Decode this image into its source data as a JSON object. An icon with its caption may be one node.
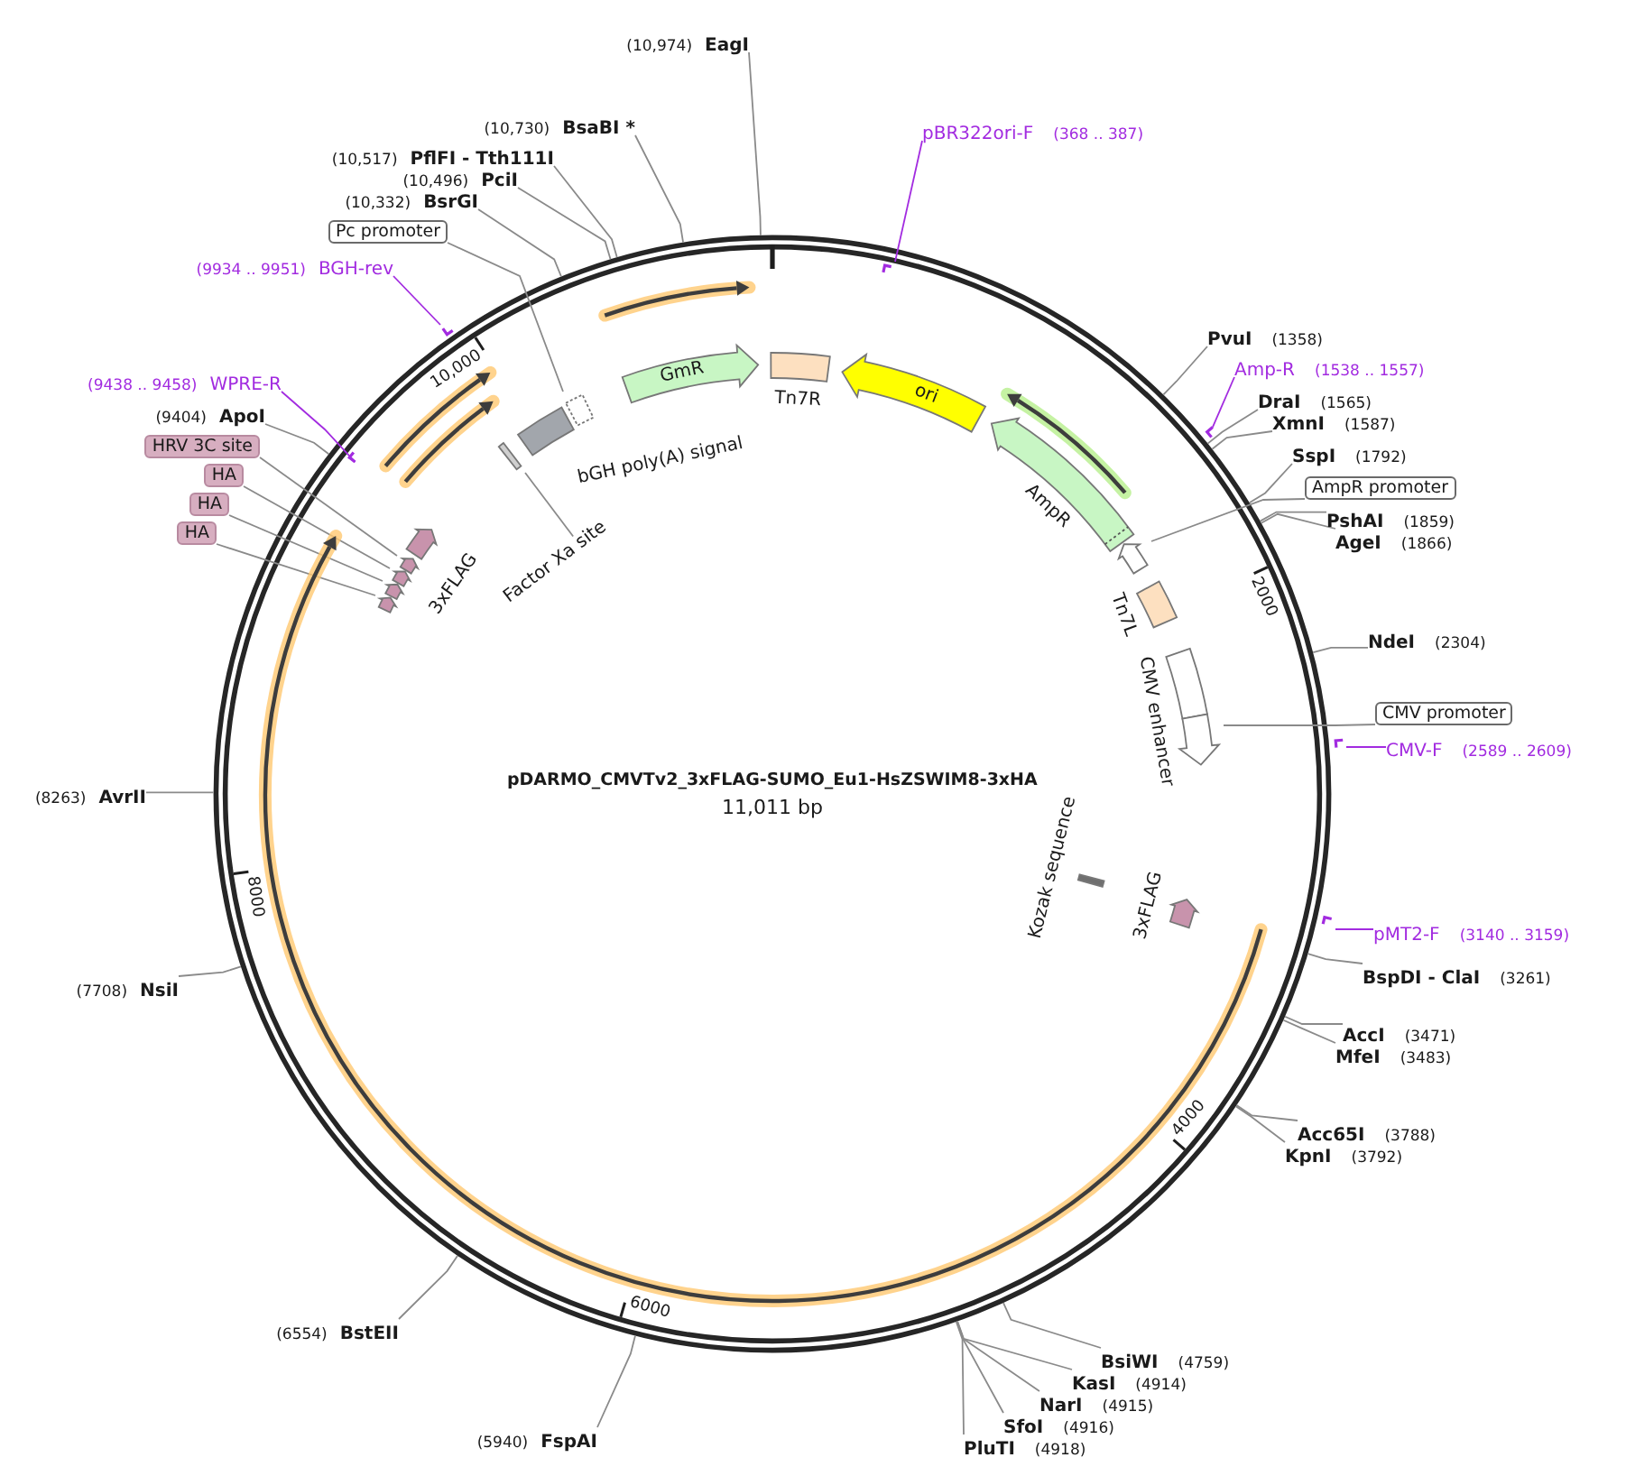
{
  "diagram": {
    "title": "pDARMO_CMVTv2_3xFLAG-SUMO_Eu1-HsZSWIM8-3xHA",
    "nodes": [
      {
        "text": [
          "(10,974)",
          "EagI"
        ]
      },
      {
        "text": [
          "(10,730)",
          "BsaBI *"
        ]
      },
      {
        "text": [
          "pBR322ori-F",
          "(368 .. 387)"
        ]
      },
      {
        "text": [
          "(10,517)",
          "PflFI - Tth111I"
        ]
      },
      {
        "text": [
          "(10,496)",
          "PciI"
        ]
      },
      {
        "text": [
          "(10,332)",
          "BsrGI"
        ]
      },
      {
        "text": [
          "Pc promoter"
        ]
      },
      {
        "text": [
          "(9934 .. 9951)",
          "BGH-rev"
        ]
      },
      {
        "text": [],
        "shape": "bar"
      },
      {
        "text": [],
        "shape": "bar"
      },
      {
        "text": [
          "PvuI",
          "(1358)"
        ]
      },
      {
        "text": [
          "GmR"
        ]
      },
      {
        "text": [],
        "shape": "box",
        "beside": [
          "Tn7R"
        ]
      },
      {
        "text": [
          "ori"
        ]
      },
      {
        "text": [
          "Amp-R",
          "(1538 .. 1557)"
        ]
      },
      {
        "text": [
          "(9438 .. 9458)",
          "WPRE-R"
        ]
      },
      {
        "text": [],
        "shape": "box"
      },
      {
        "text": [
          "DraI",
          "(1565)"
        ]
      },
      {
        "text": [
          "(9404)",
          "ApoI"
        ]
      },
      {
        "text": [
          "XmnI",
          "(1587)"
        ]
      },
      {
        "text": [],
        "shape": "box",
        "beside": [
          "bGH poly(A) signal"
        ]
      },
      {
        "text": [],
        "shape": "arrow",
        "beside": [
          "AmpR"
        ]
      },
      {
        "text": [
          "HRV 3C site"
        ]
      },
      {
        "text": [
          "SspI",
          "(1792)"
        ]
      },
      {
        "text": [],
        "shape": "bar"
      },
      {
        "text": [
          "HA"
        ]
      },
      {
        "text": [
          "AmpR promoter"
        ]
      },
      {
        "text": [
          "Factor Xa site"
        ]
      },
      {
        "text": [
          "HA"
        ]
      },
      {
        "text": [
          "PshAI",
          "(1859)"
        ]
      },
      {
        "text": [
          "HA"
        ]
      },
      {
        "text": [
          "AgeI",
          "(1866)"
        ]
      },
      {
        "text": [],
        "shape": "arrow",
        "beside": [
          "3xFLAG"
        ]
      },
      {
        "text": [],
        "shape": "arrow"
      },
      {
        "text": [],
        "shape": "arrow"
      },
      {
        "text": [],
        "shape": "arrow"
      },
      {
        "text": [],
        "shape": "arrow"
      },
      {
        "text": [],
        "shape": "arrow"
      },
      {
        "text": [],
        "shape": "box",
        "beside": [
          "Tn7L"
        ]
      },
      {
        "text": [
          "NdeI",
          "(2304)"
        ]
      },
      {
        "text": [],
        "shape": "box",
        "beside": [
          "CMV enhancer"
        ]
      },
      {
        "text": [],
        "shape": "arrow"
      },
      {
        "text": [
          "CMV promoter"
        ]
      },
      {
        "text": [],
        "shape": "bar"
      },
      {
        "text": [
          "CMV-F",
          "(2589 .. 2609)"
        ]
      },
      {
        "text": [
          "(8263)",
          "AvrII"
        ]
      },
      {
        "text": [],
        "shape": "bar",
        "beside": [
          "Kozak sequence"
        ]
      },
      {
        "text": [],
        "shape": "arrow",
        "beside": [
          "3xFLAG"
        ]
      },
      {
        "text": [],
        "shape": "bar"
      },
      {
        "text": [
          "pMT2-F",
          "(3140 .. 3159)"
        ]
      },
      {
        "text": [
          "BspDI - ClaI",
          "(3261)"
        ]
      },
      {
        "text": [
          "(7708)",
          "NsiI"
        ]
      },
      {
        "text": [
          "AccI",
          "(3471)"
        ]
      },
      {
        "text": [
          "MfeI",
          "(3483)"
        ]
      },
      {
        "text": [
          "Acc65I",
          "(3788)"
        ]
      },
      {
        "text": [
          "KpnI",
          "(3792)"
        ]
      },
      {
        "text": [
          "(6554)",
          "BstEII"
        ]
      },
      {
        "text": [
          "BsiWI",
          "(4759)"
        ]
      },
      {
        "text": [
          "KasI",
          "(4914)"
        ]
      },
      {
        "text": [
          "NarI",
          "(4915)"
        ]
      },
      {
        "text": [
          "SfoI",
          "(4916)"
        ]
      },
      {
        "text": [
          "(5940)",
          "FspAI"
        ]
      },
      {
        "text": [
          "PluTI",
          "(4918)"
        ]
      }
    ],
    "edges": [
      {
        "from": 0,
        "to": null,
        "arrow": "none"
      },
      {
        "from": 1,
        "to": null,
        "arrow": "none"
      },
      {
        "from": 2,
        "to": 8,
        "arrow": "none",
        "color": "#a22be0"
      },
      {
        "from": 3,
        "to": null,
        "arrow": "none"
      },
      {
        "from": 4,
        "to": null,
        "arrow": "none"
      },
      {
        "from": 5,
        "to": null,
        "arrow": "none"
      },
      {
        "from": 6,
        "to": 16,
        "arrow": "none"
      },
      {
        "from": 7,
        "to": 9,
        "arrow": "none",
        "color": "#a22be0"
      },
      {
        "from": 10,
        "to": null,
        "arrow": "none"
      },
      {
        "from": 14,
        "to": null,
        "arrow": "none",
        "color": "#a22be0"
      },
      {
        "from": 15,
        "to": null,
        "arrow": "none",
        "color": "#a22be0"
      },
      {
        "from": 17,
        "to": null,
        "arrow": "none"
      },
      {
        "from": 18,
        "to": null,
        "arrow": "none"
      },
      {
        "from": 19,
        "to": null,
        "arrow": "none"
      },
      {
        "from": 22,
        "to": 33,
        "arrow": "none"
      },
      {
        "from": 23,
        "to": null,
        "arrow": "none"
      },
      {
        "from": 25,
        "to": 34,
        "arrow": "none"
      },
      {
        "from": 26,
        "to": 37,
        "arrow": "none"
      },
      {
        "from": 27,
        "to": 24,
        "arrow": "none"
      },
      {
        "from": 28,
        "to": 35,
        "arrow": "none"
      },
      {
        "from": 29,
        "to": null,
        "arrow": "none"
      },
      {
        "from": 30,
        "to": 36,
        "arrow": "none"
      },
      {
        "from": 31,
        "to": null,
        "arrow": "none"
      },
      {
        "from": 39,
        "to": null,
        "arrow": "none"
      },
      {
        "from": 42,
        "to": 41,
        "arrow": "none"
      },
      {
        "from": 44,
        "to": 43,
        "arrow": "none",
        "color": "#a22be0"
      },
      {
        "from": 45,
        "to": null,
        "arrow": "none"
      },
      {
        "from": 49,
        "to": 48,
        "arrow": "none",
        "color": "#a22be0"
      },
      {
        "from": 50,
        "to": null,
        "arrow": "none"
      },
      {
        "from": 51,
        "to": null,
        "arrow": "none"
      },
      {
        "from": 52,
        "to": null,
        "arrow": "none"
      },
      {
        "from": 53,
        "to": null,
        "arrow": "none"
      },
      {
        "from": 54,
        "to": null,
        "arrow": "none"
      },
      {
        "from": 55,
        "to": null,
        "arrow": "none"
      },
      {
        "from": 56,
        "to": null,
        "arrow": "none"
      },
      {
        "from": 57,
        "to": null,
        "arrow": "none"
      },
      {
        "from": 58,
        "to": null,
        "arrow": "none"
      },
      {
        "from": 59,
        "to": null,
        "arrow": "none"
      },
      {
        "from": 60,
        "to": null,
        "arrow": "none"
      },
      {
        "from": 61,
        "to": null,
        "arrow": "none"
      },
      {
        "from": 62,
        "to": null,
        "arrow": "none"
      }
    ],
    "labels": [
      "10,000",
      "2000",
      "11,011 bp",
      "8000",
      "4000",
      "6000"
    ]
  }
}
